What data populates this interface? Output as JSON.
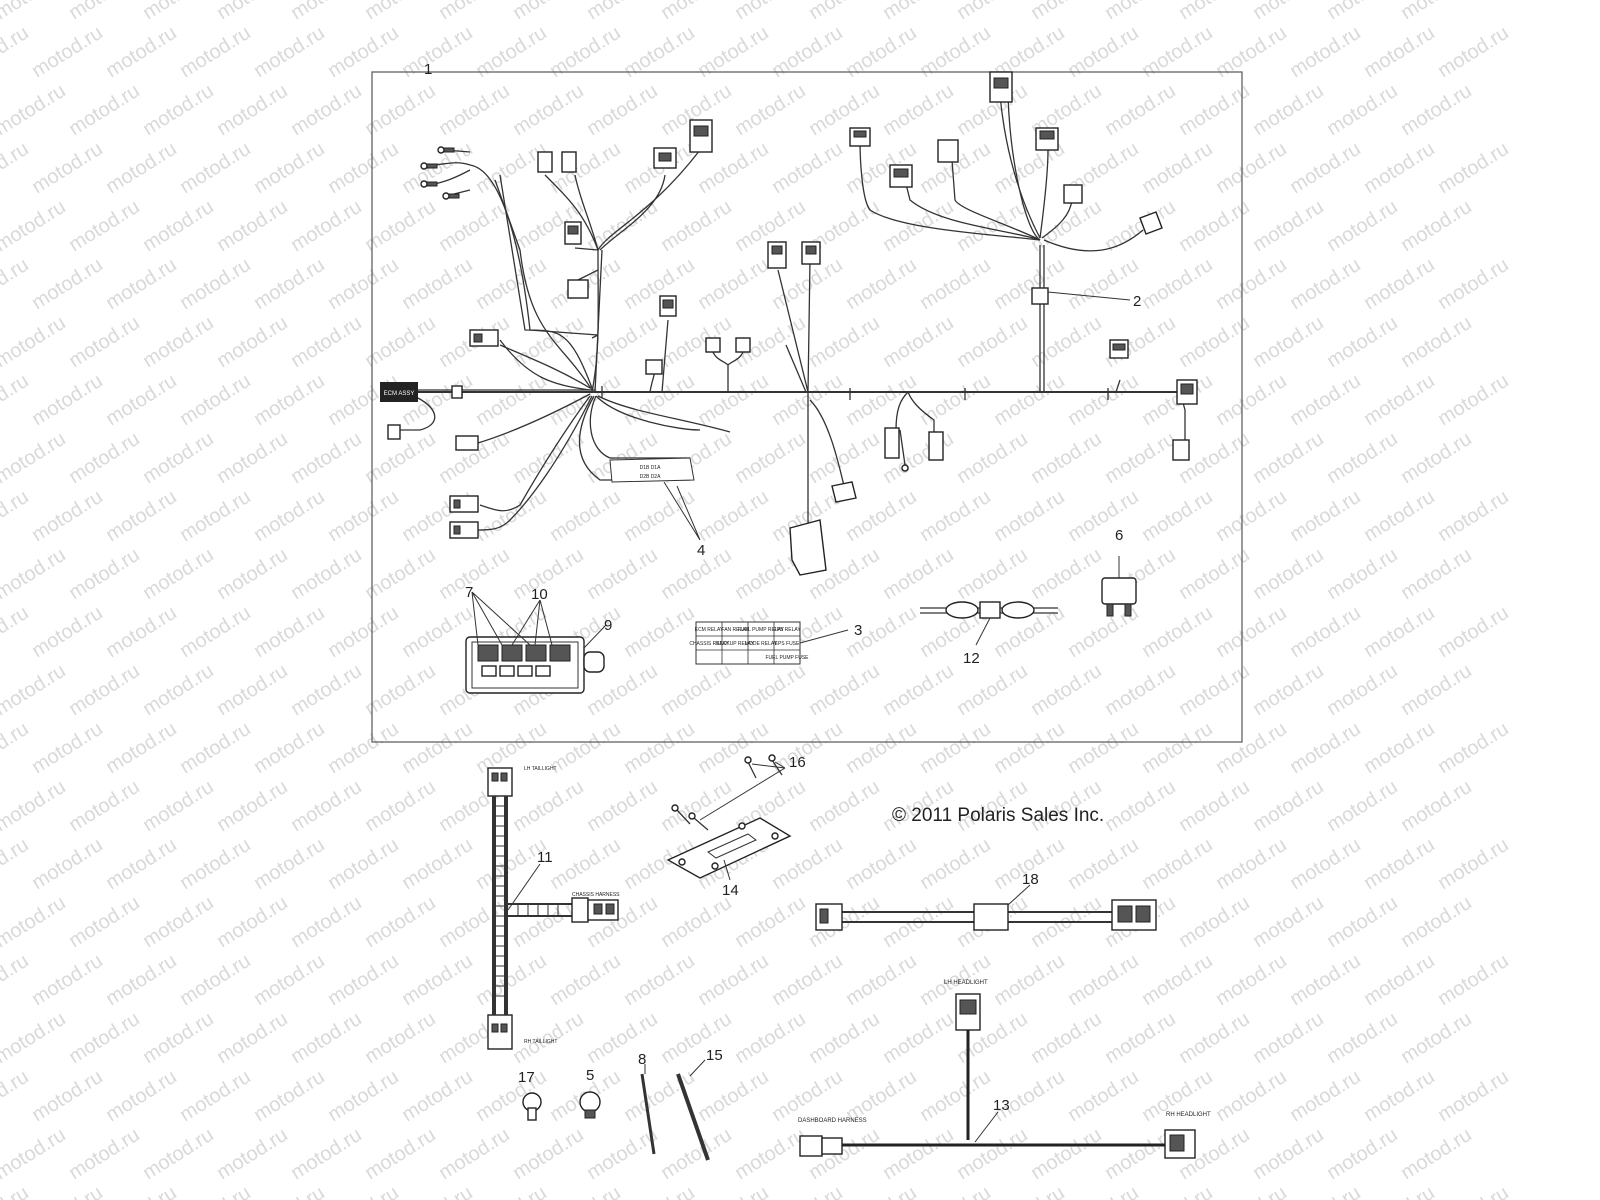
{
  "watermark": "motod.ru",
  "copyright": "© 2011 Polaris Sales Inc.",
  "callouts": [
    "1",
    "2",
    "3",
    "4",
    "5",
    "6",
    "7",
    "8",
    "9",
    "10",
    "11",
    "12",
    "13",
    "14",
    "15",
    "16",
    "17",
    "18"
  ],
  "labels": {
    "ecu": "ECM ASSY",
    "lh_taillight": "LH TAILLIGHT",
    "rh_taillight": "RH TAILLIGHT",
    "chassis_harness": "CHASSIS HARNESS",
    "lh_headlight": "LH HEADLIGHT",
    "rh_headlight": "RH HEADLIGHT",
    "dashboard_harness": "DASHBOARD HARNESS",
    "fuse_tag_1": "D1B D1A",
    "fuse_tag_2": "D2B D2A"
  },
  "relay_label": {
    "row1": [
      "ECM RELAY",
      "FAN RELAY",
      "FUEL PUMP RELAY",
      "EPS RELAY"
    ],
    "row2": [
      "CHASSIS RELAY",
      "BACKUP RELAY",
      "MODE RELAY",
      "EPS FUSE"
    ],
    "row3": [
      "",
      "",
      "",
      "FUEL PUMP FUSE"
    ]
  }
}
